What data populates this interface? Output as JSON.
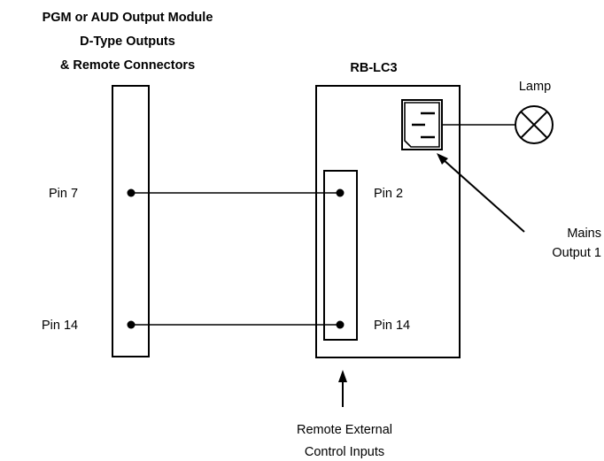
{
  "module": {
    "title_lines": [
      "PGM or AUD Output Module",
      "D-Type Outputs",
      "& Remote Connectors"
    ]
  },
  "device": {
    "name": "RB-LC3"
  },
  "lamp": {
    "label": "Lamp"
  },
  "pins": {
    "left_top": "Pin 7",
    "left_bottom": "Pin 14",
    "right_top": "Pin 2",
    "right_bottom": "Pin 14"
  },
  "mains": {
    "lines": [
      "Mains",
      "Output 1"
    ]
  },
  "remote": {
    "lines": [
      "Remote External",
      "Control Inputs"
    ]
  }
}
